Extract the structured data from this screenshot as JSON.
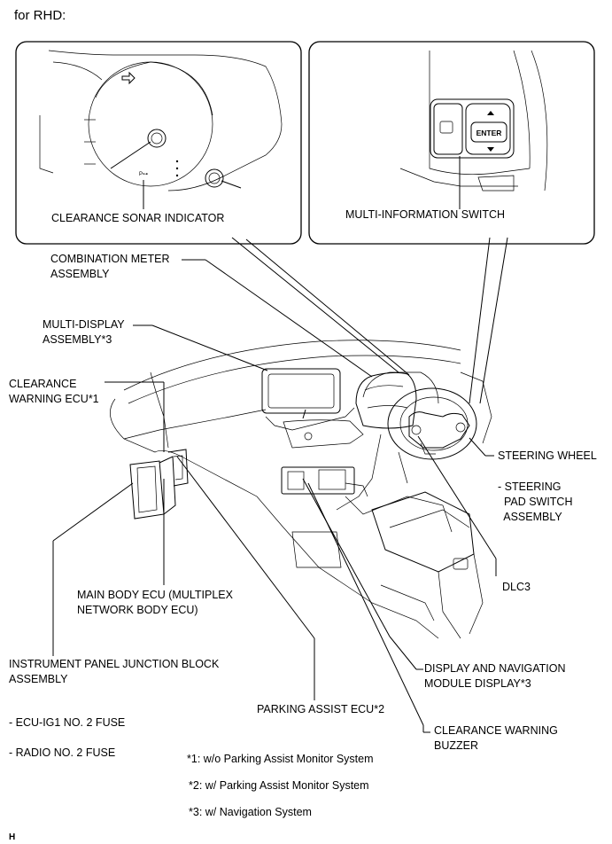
{
  "header": "for RHD:",
  "inset_left": {
    "label": "CLEARANCE SONAR INDICATOR"
  },
  "inset_right": {
    "label": "MULTI-INFORMATION SWITCH",
    "button_text": "ENTER"
  },
  "labels": {
    "combination_meter": "COMBINATION METER\nASSEMBLY",
    "multi_display": "MULTI-DISPLAY\nASSEMBLY*3",
    "clearance_warning_ecu": "CLEARANCE\nWARNING ECU*1",
    "steering_wheel": "STEERING WHEEL",
    "steering_pad": "- STEERING\n  PAD SWITCH\n  ASSEMBLY",
    "dlc3": "DLC3",
    "main_body_ecu": "MAIN BODY ECU (MULTIPLEX\nNETWORK BODY ECU)",
    "instrument_panel_jb": "INSTRUMENT PANEL JUNCTION BLOCK\nASSEMBLY",
    "display_nav": "DISPLAY AND NAVIGATION\nMODULE DISPLAY*3",
    "parking_assist_ecu": "PARKING ASSIST ECU*2",
    "fuse1": "- ECU-IG1 NO. 2 FUSE",
    "fuse2": "- RADIO NO. 2 FUSE",
    "clearance_buzzer": "CLEARANCE WARNING\nBUZZER"
  },
  "footnotes": [
    "*1: w/o Parking Assist Monitor System",
    "*2: w/ Parking Assist Monitor System",
    "*3: w/ Navigation System"
  ],
  "figure_code": "H"
}
